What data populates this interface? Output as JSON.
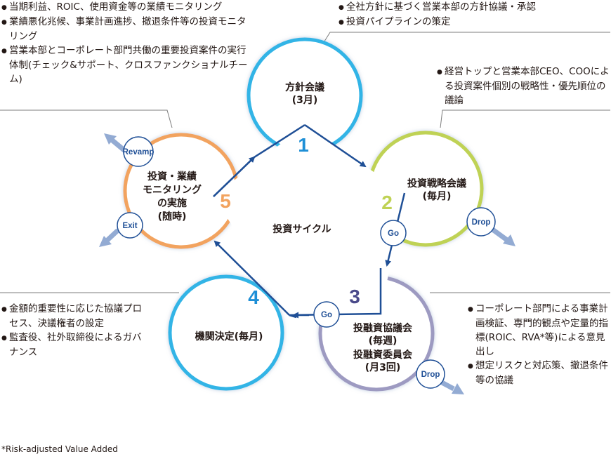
{
  "center_label": "投資サイクル",
  "stages": [
    {
      "number": "1",
      "lines": [
        "方針会議",
        "(3月)"
      ]
    },
    {
      "number": "2",
      "lines": [
        "投資戦略会議",
        "(毎月)"
      ]
    },
    {
      "number": "3",
      "lines": [
        "投融資協議会",
        "(毎週)",
        "投融資委員会",
        "(月3回)"
      ]
    },
    {
      "number": "4",
      "lines": [
        "機関決定(毎月)"
      ]
    },
    {
      "number": "5",
      "lines": [
        "投資・業績",
        "モニタリング",
        "の実施",
        "(随時)"
      ]
    }
  ],
  "badges": {
    "revamp": "Revamp",
    "exit": "Exit",
    "go_2": "Go",
    "drop_2": "Drop",
    "go_3": "Go",
    "drop_3": "Drop"
  },
  "notes": {
    "top_left": [
      "当期利益、ROIC、使用資金等の業績モニタリング",
      "業績悪化兆候、事業計画進捗、撤退条件等の投資モニタリング",
      "営業本部とコーポレート部門共働の重要投資案件の実行体制(チェック&サポート、クロスファンクショナルチーム)"
    ],
    "top_center": [
      "全社方針に基づく営業本部の方針協議・承認",
      "投資パイプラインの策定"
    ],
    "right_upper": [
      "経営トップと営業本部CEO、COOによる投資案件個別の戦略性・優先順位の議論"
    ],
    "left_lower": [
      "金額的重要性に応じた協議プロセス、決議権者の設定",
      "監査役、社外取締役によるガバナンス"
    ],
    "right_lower": [
      "コーポレート部門による事業計画検証、専門的観点や定量的指標(ROIC、RVA*等)による意見出し",
      "想定リスクと対応策、撤退条件等の協議"
    ]
  },
  "footnote": "*Risk-adjusted Value Added",
  "colors": {
    "stage1": "#33b4e6",
    "stage2": "#bfd254",
    "stage3": "#9d9ac1",
    "stage4": "#33b4e6",
    "stage5": "#f2a35f",
    "number_blue": "#1e8fd6",
    "number3": "#4a4a8a",
    "arrow": "#1f4f96",
    "badge_text": "#1f4f96",
    "gray_arrow": "#93abd3",
    "leader": "#7d7d7d"
  }
}
